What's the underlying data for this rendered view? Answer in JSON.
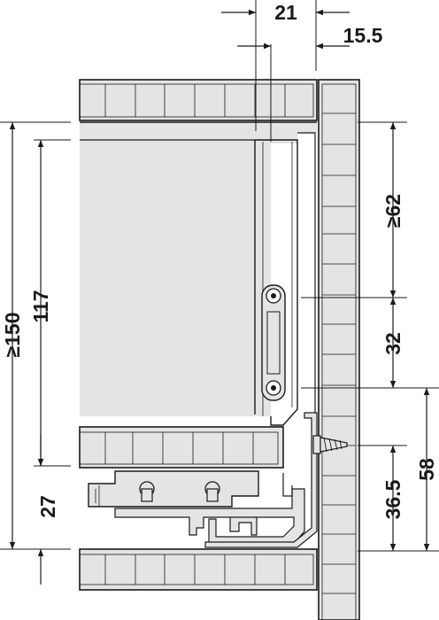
{
  "colors": {
    "panel": "#e4e4e4",
    "line": "#1a1a1a",
    "background": "#ffffff"
  },
  "dimensions": {
    "top_width": "21",
    "top_offset": "15.5",
    "left_outer": "≥150",
    "left_inner": "117",
    "left_bottom": "27",
    "right_upper": "≥62",
    "right_middle": "32",
    "right_lower_inner": "36.5",
    "right_lower_outer": "58"
  }
}
